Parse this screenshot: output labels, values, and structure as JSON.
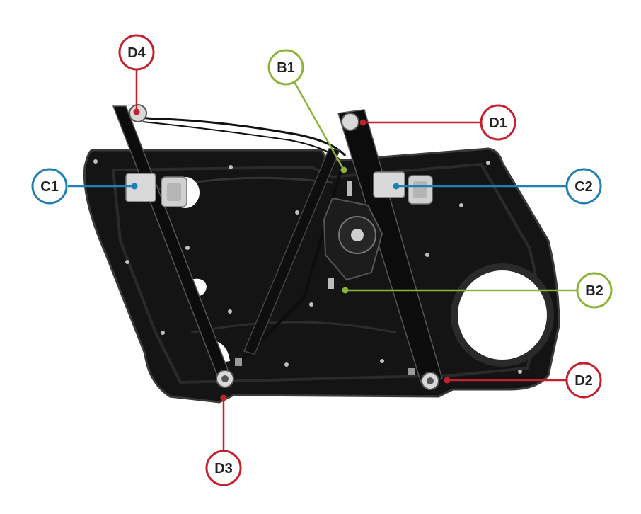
{
  "colors": {
    "red": "#c3212e",
    "green": "#8db33a",
    "blue": "#1f80b5",
    "panel": "#141414",
    "panel_edge": "#3a3a3a",
    "rail": "#0c0c0c",
    "metal": "#d9d9d9"
  },
  "callouts": {
    "d4": {
      "label": "D4",
      "color": "red"
    },
    "b1": {
      "label": "B1",
      "color": "green"
    },
    "d1": {
      "label": "D1",
      "color": "red"
    },
    "c1": {
      "label": "C1",
      "color": "blue"
    },
    "c2": {
      "label": "C2",
      "color": "blue"
    },
    "b2": {
      "label": "B2",
      "color": "green"
    },
    "d2": {
      "label": "D2",
      "color": "red"
    },
    "d3": {
      "label": "D3",
      "color": "red"
    }
  }
}
